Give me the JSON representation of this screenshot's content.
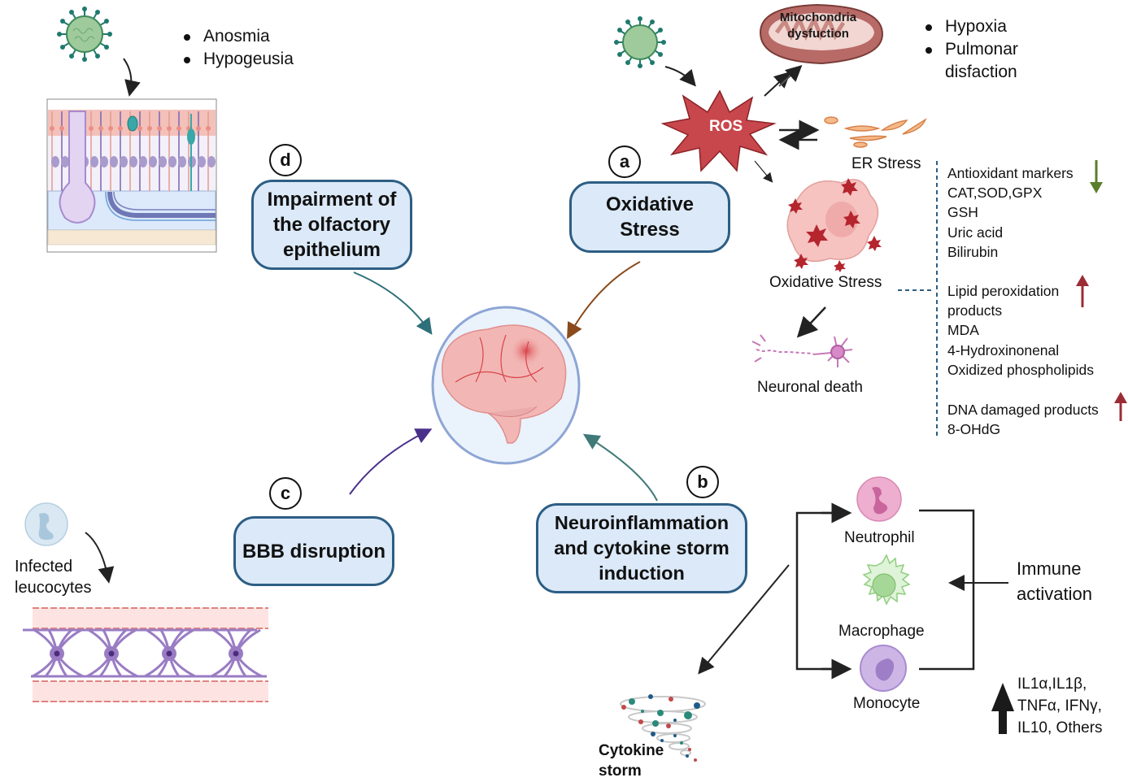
{
  "diagram": {
    "title": "SARS-CoV-2 neurological mechanisms",
    "center": {
      "name": "brain"
    },
    "mechanisms": [
      {
        "id": "a",
        "badge": "a",
        "label_lines": [
          "Oxidative",
          "Stress"
        ]
      },
      {
        "id": "b",
        "badge": "b",
        "label_lines": [
          "Neuroinflammation",
          "and cytokine storm",
          "induction"
        ]
      },
      {
        "id": "c",
        "badge": "c",
        "label_lines": [
          "BBB disruption"
        ]
      },
      {
        "id": "d",
        "badge": "d",
        "label_lines": [
          "Impairment of",
          "the olfactory",
          "epithelium"
        ]
      }
    ],
    "olfactory": {
      "symptoms": [
        "Anosmia",
        "Hypogeusia"
      ]
    },
    "oxidative": {
      "ros_label": "ROS",
      "mito_label_lines": [
        "Mitochondria",
        "dysfuction"
      ],
      "systemic": [
        "Hypoxia",
        "Pulmonar",
        "disfaction"
      ],
      "er_label": "ER Stress",
      "cell_label": "Oxidative Stress",
      "neuron_label": "Neuronal death",
      "markers": {
        "antioxidant": {
          "lines": [
            "Antioxidant markers",
            "CAT,SOD,GPX",
            "GSH",
            "Uric acid",
            "Bilirubin"
          ],
          "trend": "down",
          "color": "#5a7f2b"
        },
        "lipid": {
          "lines": [
            "Lipid peroxidation",
            "products",
            "MDA",
            "4-Hydroxinonenal",
            "Oxidized phospholipids"
          ],
          "trend": "up",
          "color": "#9b2c35"
        },
        "dna": {
          "lines": [
            "DNA damaged products",
            "8-OHdG"
          ],
          "trend": "up",
          "color": "#9b2c35"
        }
      }
    },
    "bbb": {
      "leucocyte_label_lines": [
        "Infected",
        "leucocytes"
      ]
    },
    "immune": {
      "cells": [
        "Neutrophil",
        "Macrophage",
        "Monocyte"
      ],
      "activation_lines": [
        "Immune",
        "activation"
      ],
      "cytokine_storm_lines": [
        "Cytokine",
        "storm"
      ],
      "cytokines_lines": [
        "IL1α,IL1β,",
        "TNFα, IFNγ,",
        "IL10, Others"
      ],
      "cytokines_trend": "up"
    },
    "colors": {
      "box_fill": "#dbe9f8",
      "box_border": "#2d5e84",
      "arrow_d": "#2e6f7a",
      "arrow_a": "#8a4a1c",
      "arrow_c": "#4a2f8a",
      "arrow_b": "#3f7a78",
      "ros": "#c8474c",
      "virus": "#1f7a6e"
    }
  }
}
